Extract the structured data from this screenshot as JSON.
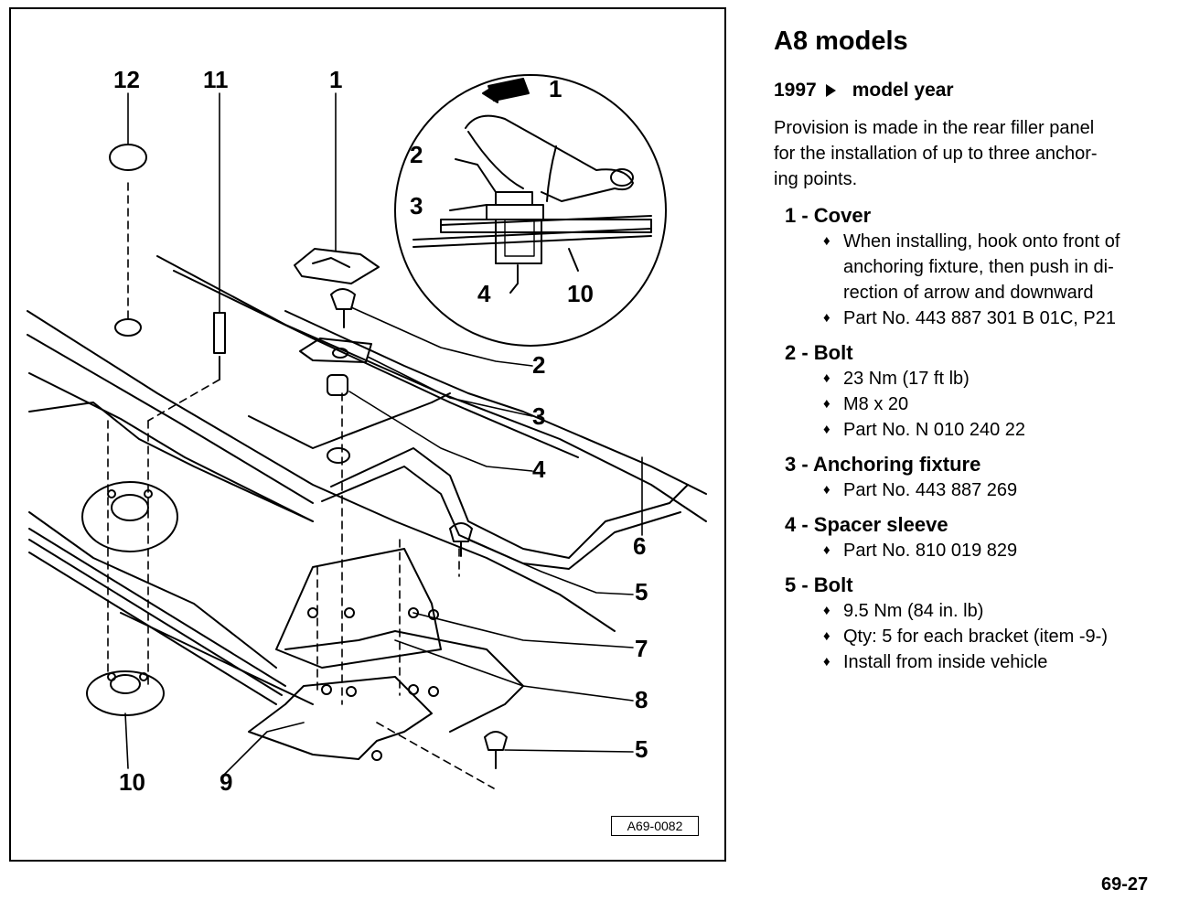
{
  "figure": {
    "callouts": [
      "12",
      "11",
      "1",
      "2",
      "3",
      "4",
      "6",
      "5",
      "7",
      "8",
      "5",
      "10",
      "9"
    ],
    "inset_callouts": [
      "1",
      "2",
      "3",
      "4",
      "10"
    ],
    "reference": "A69-0082"
  },
  "text": {
    "title": "A8 models",
    "subtitle_year": "1997",
    "subtitle_rest": "model year",
    "intro": "Provision is made in the rear filler panel\nfor the installation of up to three anchor-\ning points.",
    "items": [
      {
        "head": "1 - Cover",
        "bullets": [
          "When installing, hook onto front of\nanchoring fixture, then push in di-\nrection of arrow and downward",
          "Part No. 443 887 301 B 01C, P21"
        ]
      },
      {
        "head": "2 - Bolt",
        "bullets": [
          "23 Nm (17 ft lb)",
          "M8 x 20",
          "Part No. N 010 240 22"
        ]
      },
      {
        "head": "3 - Anchoring fixture",
        "bullets": [
          "Part No. 443 887 269"
        ]
      },
      {
        "head": "4 - Spacer sleeve",
        "bullets": [
          "Part No. 810 019 829"
        ]
      },
      {
        "head": "5 - Bolt",
        "bullets": [
          "9.5 Nm (84 in. lb)",
          "Qty: 5 for each bracket (item -9-)",
          "Install from inside vehicle"
        ]
      }
    ],
    "page_number": "69-27"
  }
}
